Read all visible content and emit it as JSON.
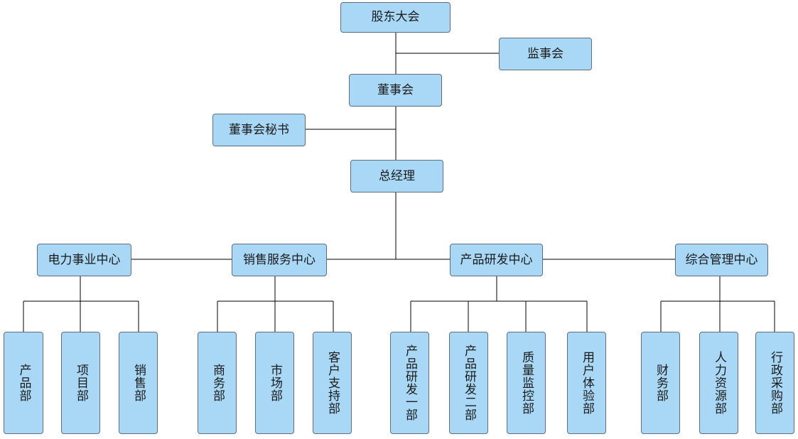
{
  "colors": {
    "node_fill": "#a9d8f7",
    "node_border": "#5f6f7f",
    "line": "#000000"
  },
  "nodes": {
    "shareholders": "股东大会",
    "supervisors": "监事会",
    "board": "董事会",
    "board_secretary": "董事会秘书",
    "general_manager": "总经理",
    "power_center": "电力事业中心",
    "sales_center": "销售服务中心",
    "rd_center": "产品研发中心",
    "admin_center": "综合管理中心",
    "power_product": "产品部",
    "power_project": "项目部",
    "power_sales": "销售部",
    "sales_business": "商务部",
    "sales_market": "市场部",
    "sales_support": "客户支持部",
    "rd_one": "产品研发一部",
    "rd_two": "产品研发二部",
    "rd_quality": "质量监控部",
    "rd_ux": "用户体验部",
    "admin_finance": "财务部",
    "admin_hr": "人力资源部",
    "admin_purchase": "行政采购部"
  }
}
